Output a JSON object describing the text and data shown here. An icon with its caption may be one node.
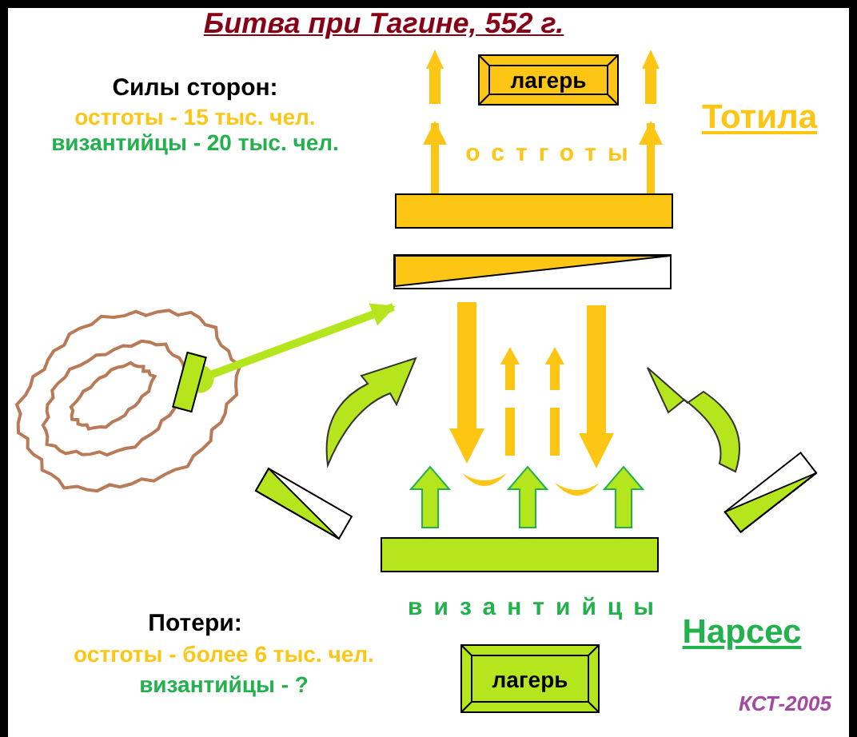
{
  "diagram": {
    "title": "Битва при Тагине, 552 г.",
    "nodes": [
      {
        "text": [
          "лагерь"
        ]
      },
      {
        "text": [],
        "shape": "box"
      },
      {
        "text": [],
        "shape": "box"
      },
      {
        "text": [],
        "shape": "box"
      },
      {
        "text": [],
        "shape": "box"
      },
      {
        "text": [
          "лагерь"
        ]
      }
    ],
    "edges": [
      {
        "from": 1,
        "to": 0,
        "arrow": "to",
        "color": "#fdc614"
      },
      {
        "from": 1,
        "to": 0,
        "arrow": "to",
        "color": "#fdc614"
      },
      {
        "from": 3,
        "to": 2,
        "arrow": "to"
      }
    ],
    "labels": [
      "Силы сторон:",
      "остготы - 15 тыс. чел.",
      "византийцы - 20 тыс. чел.",
      "остготы",
      "Тотила",
      "византийцы",
      "Нарсес",
      "Потери:",
      "остготы - более 6 тыс. чел.",
      "византийцы - ?",
      "КСТ-2005"
    ]
  }
}
